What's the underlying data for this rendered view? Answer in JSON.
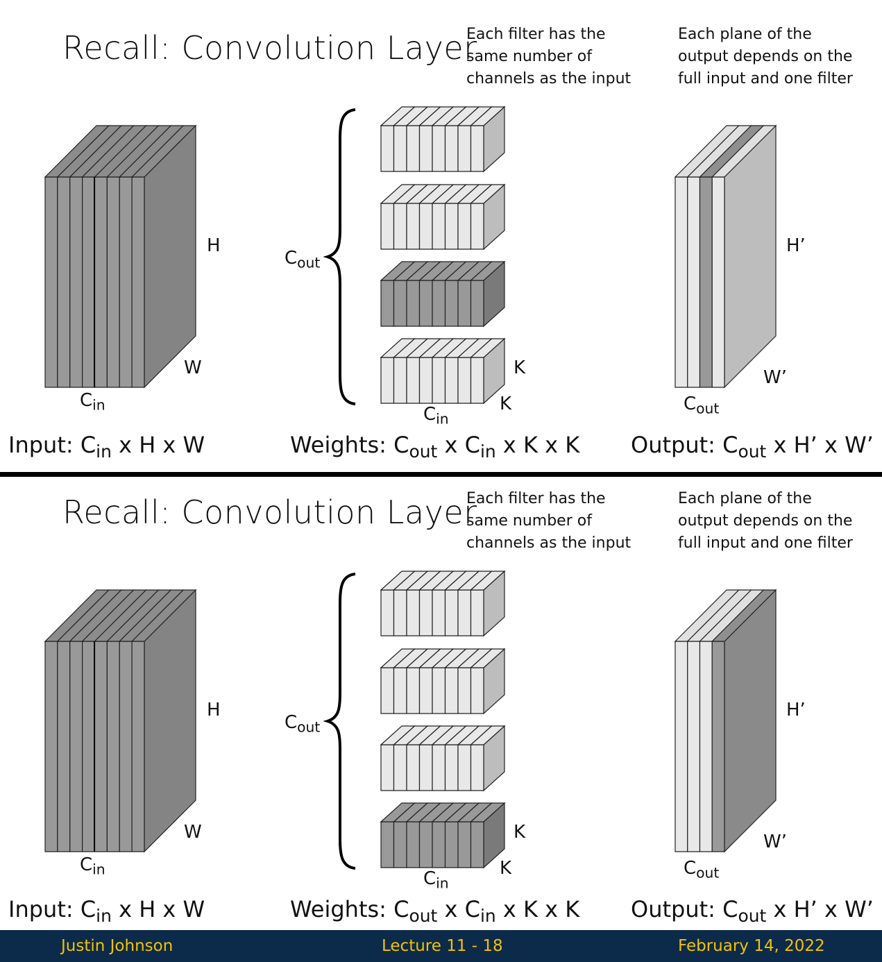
{
  "panels": [
    {
      "title": "Recall: Convolution Layer",
      "note_filters": "Each filter has the\nsame number of\nchannels as the input",
      "note_output": "Each plane of the\noutput depends on the\nfull input and one filter",
      "highlighted_filter": 3,
      "highlighted_output_plane": 3
    },
    {
      "title": "Recall: Convolution Layer",
      "note_filters": "Each filter has the\nsame number of\nchannels as the input",
      "note_output": "Each plane of the\noutput depends on the\nfull input and one filter",
      "highlighted_filter": 4,
      "highlighted_output_plane": 4
    }
  ],
  "labels": {
    "h": "H",
    "w": "W",
    "k": "K",
    "h_prime": "H’",
    "w_prime": "W’",
    "c": "C",
    "sub_in": "in",
    "sub_out": "out",
    "input_caption": [
      "Input: ",
      "C",
      "in",
      " x H x W"
    ],
    "weights_caption": [
      "Weights: ",
      "C",
      "out",
      " x ",
      "C",
      "in",
      " x K x K"
    ],
    "output_caption": [
      "Output: ",
      "C",
      "out",
      " x H’ x W’"
    ]
  },
  "structure": {
    "input_channels": 8,
    "filter_channels": 8,
    "filter_count": 4,
    "output_planes": 4
  },
  "colors": {
    "input_face": "#999999",
    "input_top": "#8c8c8c",
    "input_side": "#848484",
    "light_face": "#e8e8e8",
    "light_side": "#bdbdbd",
    "dark_face": "#999999",
    "dark_side": "#7a7a7a",
    "stroke": "#222222"
  },
  "footer": {
    "author": "Justin Johnson",
    "lecture": "Lecture 11 - 18",
    "date": "February 14, 2022"
  }
}
